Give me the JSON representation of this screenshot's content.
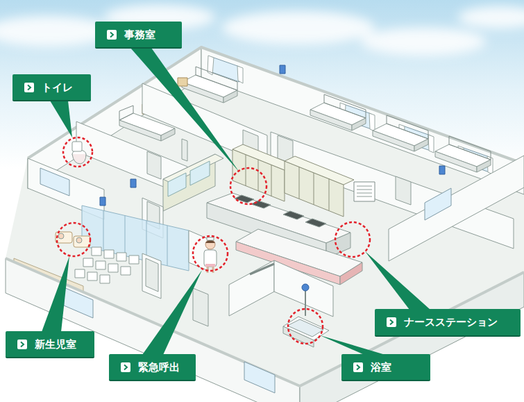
{
  "diagram": {
    "nodes": [
      {
        "text": [
          "事務室"
        ]
      },
      {
        "text": [
          "トイレ"
        ]
      },
      {
        "text": [
          "ナースステーション"
        ]
      },
      {
        "text": [
          "新生児室"
        ]
      },
      {
        "text": [
          "緊急呼出"
        ]
      },
      {
        "text": [
          "浴室"
        ]
      }
    ]
  }
}
